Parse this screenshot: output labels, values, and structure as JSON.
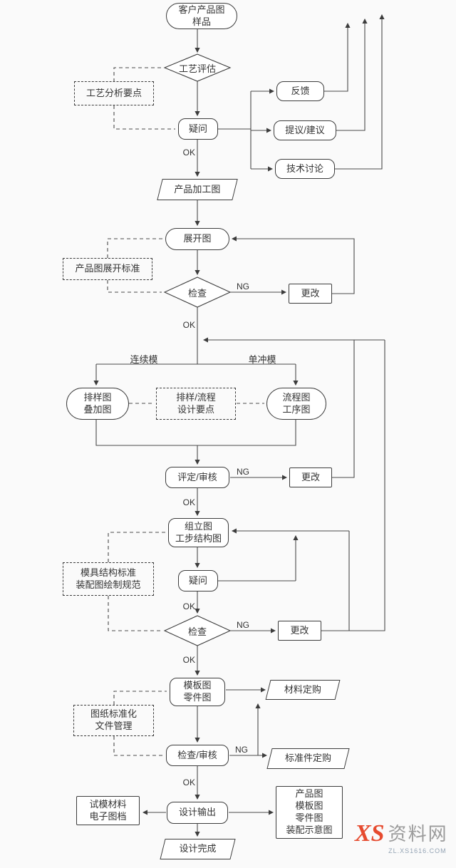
{
  "colors": {
    "background": "#fafafa",
    "node_fill": "#ffffff",
    "node_border": "#3c3c3c",
    "line": "#4a4a4a",
    "text": "#333333",
    "watermark_logo": "#e64a2e",
    "watermark_site": "#9b9b9b"
  },
  "nodes": {
    "start": "客户产品图\n样品",
    "process_eval": "工艺评估",
    "analysis_points": "工艺分析要点",
    "question1": "疑问",
    "feedback": "反馈",
    "proposal": "提议/建议",
    "tech_discussion": "技术讨论",
    "product_drawing": "产品加工图",
    "unfold": "展开图",
    "unfold_standard": "产品图展开标准",
    "check1": "检查",
    "change1": "更改",
    "layout_drawing": "排样图\n叠加图",
    "layout_points": "排样/流程\n设计要点",
    "flow_drawing": "流程图\n工序图",
    "review": "评定/审核",
    "change2": "更改",
    "assembly": "组立图\n工步结构图",
    "mold_standard": "模具结构标准\n装配图绘制规范",
    "question2": "疑问",
    "check2": "检查",
    "change3": "更改",
    "template_parts": "模板图\n零件图",
    "material_order": "材料定购",
    "doc_management": "图纸标准化\n文件管理",
    "check_review": "检查/审核",
    "standard_parts_order": "标准件定购",
    "trial_material": "试模材料\n电子图档",
    "design_output": "设计输出",
    "output_drawings": "产品图\n模板图\n零件图\n装配示意图",
    "design_complete": "设计完成"
  },
  "labels": {
    "ok": "OK",
    "ng": "NG",
    "continuous_die": "连续模",
    "single_punch_die": "单冲模"
  },
  "watermark": {
    "logo": "XS",
    "site": "资料网",
    "url": "ZL.XS1616.COM"
  }
}
